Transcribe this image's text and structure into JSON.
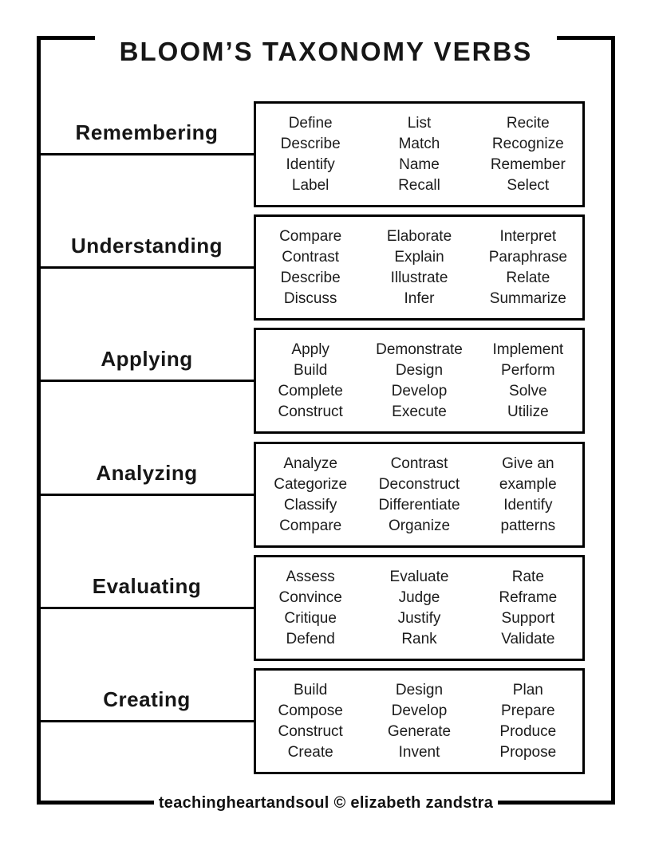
{
  "page": {
    "title": "BLOOM’S TAXONOMY VERBS",
    "footer": "teachingheartandsoul © elizabeth zandstra",
    "colors": {
      "background": "#ffffff",
      "frame": "#000000",
      "text": "#161616"
    }
  },
  "levels": [
    {
      "label": "Remembering",
      "columns": [
        [
          "Define",
          "Describe",
          "Identify",
          "Label"
        ],
        [
          "List",
          "Match",
          "Name",
          "Recall"
        ],
        [
          "Recite",
          "Recognize",
          "Remember",
          "Select"
        ]
      ]
    },
    {
      "label": "Understanding",
      "columns": [
        [
          "Compare",
          "Contrast",
          "Describe",
          "Discuss"
        ],
        [
          "Elaborate",
          "Explain",
          "Illustrate",
          "Infer"
        ],
        [
          "Interpret",
          "Paraphrase",
          "Relate",
          "Summarize"
        ]
      ]
    },
    {
      "label": "Applying",
      "columns": [
        [
          "Apply",
          "Build",
          "Complete",
          "Construct"
        ],
        [
          "Demonstrate",
          "Design",
          "Develop",
          "Execute"
        ],
        [
          "Implement",
          "Perform",
          "Solve",
          "Utilize"
        ]
      ]
    },
    {
      "label": "Analyzing",
      "columns": [
        [
          "Analyze",
          "Categorize",
          "Classify",
          "Compare"
        ],
        [
          "Contrast",
          "Deconstruct",
          "Differentiate",
          "Organize"
        ],
        [
          "Give an",
          "example",
          "Identify",
          "patterns"
        ]
      ]
    },
    {
      "label": "Evaluating",
      "columns": [
        [
          "Assess",
          "Convince",
          "Critique",
          "Defend"
        ],
        [
          "Evaluate",
          "Judge",
          "Justify",
          "Rank"
        ],
        [
          "Rate",
          "Reframe",
          "Support",
          "Validate"
        ]
      ]
    },
    {
      "label": "Creating",
      "columns": [
        [
          "Build",
          "Compose",
          "Construct",
          "Create"
        ],
        [
          "Design",
          "Develop",
          "Generate",
          "Invent"
        ],
        [
          "Plan",
          "Prepare",
          "Produce",
          "Propose"
        ]
      ]
    }
  ]
}
